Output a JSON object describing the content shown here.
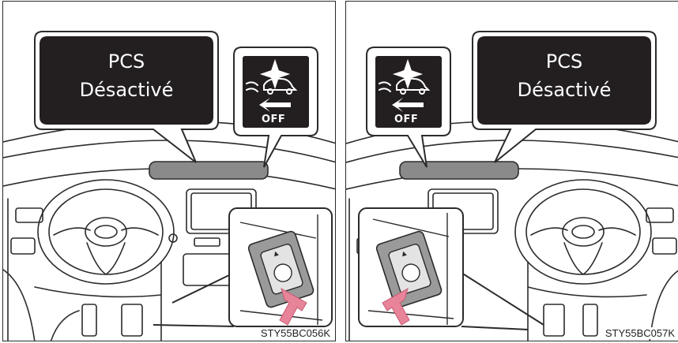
{
  "panels": [
    {
      "message_line1": "PCS",
      "message_line2": "Désactivé",
      "icon_label": "OFF",
      "image_code": "STY55BC056K",
      "drive_side": "left-hand-drive"
    },
    {
      "message_line1": "PCS",
      "message_line2": "Désactivé",
      "icon_label": "OFF",
      "image_code": "STY55BC057K",
      "drive_side": "right-hand-drive"
    }
  ],
  "colors": {
    "callout_fill": "#231f20",
    "line": "#2b2b2b",
    "dash_gray": "#8a8a8a",
    "switch_gray": "#9a9a9a",
    "arrow_pink": "#e8849a"
  }
}
